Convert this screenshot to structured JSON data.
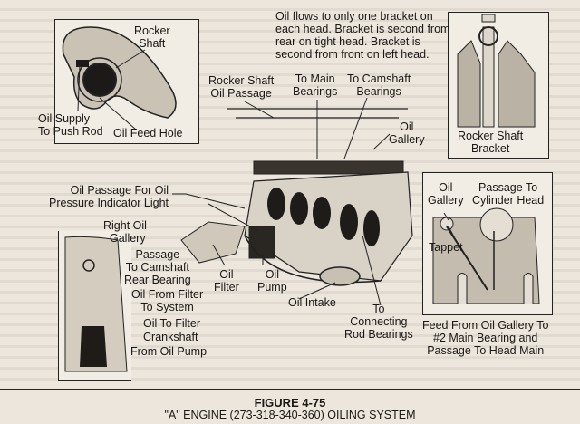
{
  "figure": {
    "number": "FIGURE 4-75",
    "title": "\"A\" ENGINE (273-318-340-360) OILING SYSTEM"
  },
  "note": {
    "lines": [
      "Oil flows to only one bracket on",
      "each head. Bracket is second from",
      "rear on tight head. Bracket is",
      "second from front on left head."
    ]
  },
  "labels": {
    "rocker_shaft": [
      "Rocker",
      "Shaft"
    ],
    "oil_supply_push_rod": [
      "Oil Supply",
      "To Push Rod"
    ],
    "oil_feed_hole": "Oil Feed Hole",
    "rocker_shaft_oil_passage": [
      "Rocker Shaft",
      "Oil Passage"
    ],
    "to_main_bearings": [
      "To Main",
      "Bearings"
    ],
    "to_camshaft_bearings": [
      "To Camshaft",
      "Bearings"
    ],
    "oil_gallery_top": [
      "Oil",
      "Gallery"
    ],
    "rocker_shaft_bracket": [
      "Rocker Shaft",
      "Bracket"
    ],
    "oil_passage_indicator": [
      "Oil Passage For Oil",
      "Pressure Indicator Light"
    ],
    "right_oil_gallery": [
      "Right Oil",
      "Gallery"
    ],
    "passage_camshaft_rear": [
      "Passage",
      "To Camshaft",
      "Rear Bearing"
    ],
    "oil_from_filter": [
      "Oil From Filter",
      "To System"
    ],
    "oil_to_filter": "Oil To Filter",
    "crankshaft": "Crankshaft",
    "from_oil_pump": "From Oil Pump",
    "oil_filter": [
      "Oil",
      "Filter"
    ],
    "oil_pump": [
      "Oil",
      "Pump"
    ],
    "oil_intake": "Oil Intake",
    "to_connecting_rod": [
      "To",
      "Connecting",
      "Rod Bearings"
    ],
    "oil_gallery_right": [
      "Oil",
      "Gallery"
    ],
    "passage_cylinder_head": [
      "Passage To",
      "Cylinder Head"
    ],
    "tappet": "Tappet",
    "feed_from_gallery": [
      "Feed From Oil Gallery To",
      "#2 Main Bearing and",
      "Passage To Head Main"
    ]
  }
}
